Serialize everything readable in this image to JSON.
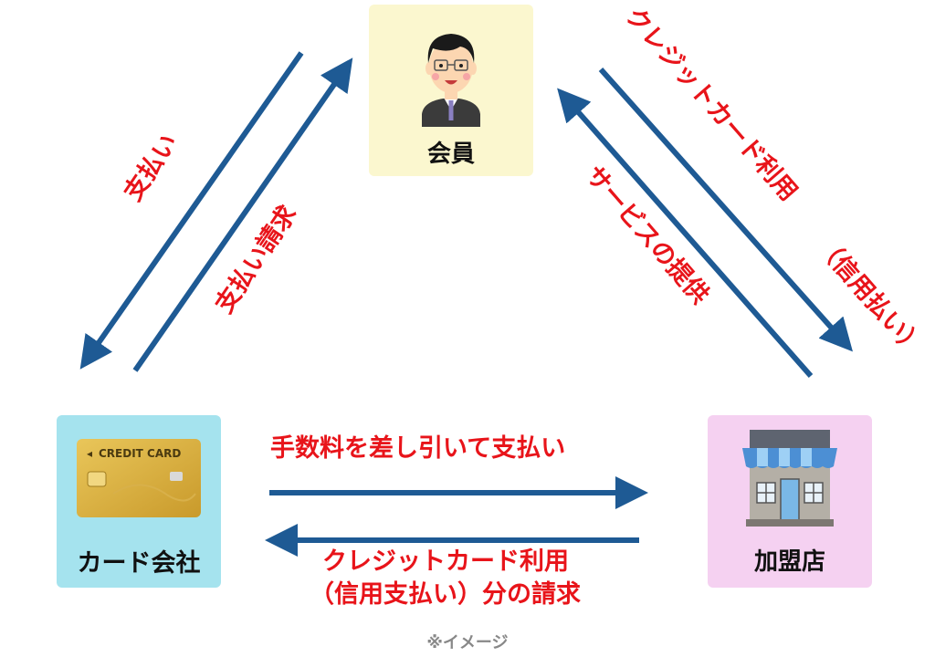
{
  "nodes": {
    "member": "会員",
    "card_company": "カード会社",
    "merchant": "加盟店"
  },
  "card_icon_text": "CREDIT CARD",
  "flows": {
    "payment": "支払い",
    "payment_request": "支払い請求",
    "credit_use_line1": "クレジットカード利用",
    "credit_use_line2": "（信用払い）",
    "service": "サービスの提供",
    "fee_payment": "手数料を差し引いて支払い",
    "billing_line1": "クレジットカード利用",
    "billing_line2": "（信用支払い）分の請求"
  },
  "note": "※イメージ",
  "colors": {
    "arrow": "#1e5a94",
    "label": "#e8141a",
    "member_bg": "#fbf7cf",
    "card_bg": "#a5e3ee",
    "merchant_bg": "#f5d1f1"
  }
}
